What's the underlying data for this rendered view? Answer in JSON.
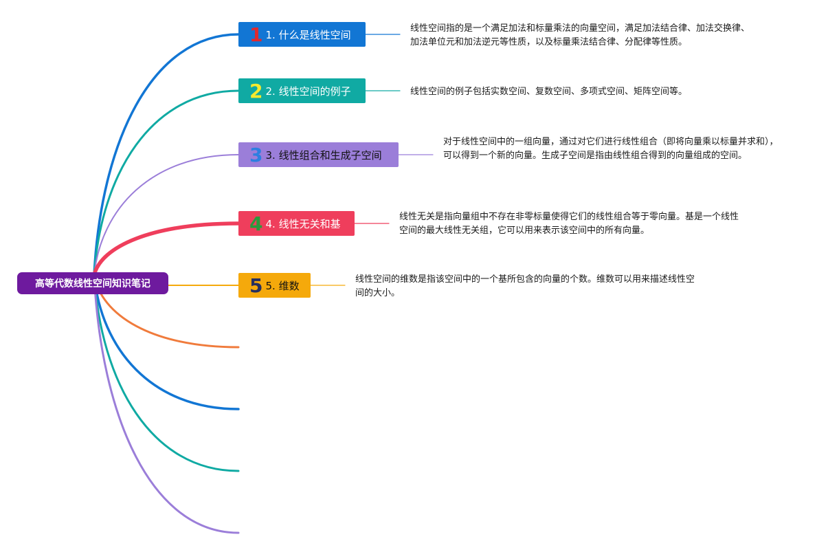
{
  "mindmap": {
    "root": {
      "label": "高等代数线性空间知识笔记",
      "color": "#6e1a9e"
    },
    "topics": [
      {
        "badge": "1",
        "label": "1. 什么是线性空间",
        "color": "#1276d4",
        "badge_color": "#e0292f",
        "text_color": "#ffffff",
        "note": "线性空间指的是一个满足加法和标量乘法的向量空间，满足加法结合律、加法交换律、加法单位元和加法逆元等性质，以及标量乘法结合律、分配律等性质。"
      },
      {
        "badge": "2",
        "label": "2. 线性空间的例子",
        "color": "#10aaa3",
        "badge_color": "#f6ea2e",
        "text_color": "#ffffff",
        "note": "线性空间的例子包括实数空间、复数空间、多项式空间、矩阵空间等。"
      },
      {
        "badge": "3",
        "label": "3. 线性组合和生成子空间",
        "color": "#9b7ed9",
        "badge_color": "#2d7fe0",
        "text_color": "#111111",
        "note": "对于线性空间中的一组向量，通过对它们进行线性组合（即将向量乘以标量并求和），可以得到一个新的向量。生成子空间是指由线性组合得到的向量组成的空间。"
      },
      {
        "badge": "4",
        "label": "4. 线性无关和基",
        "color": "#ef3e5c",
        "badge_color": "#2a9a3c",
        "text_color": "#ffffff",
        "note": "线性无关是指向量组中不存在非零标量使得它们的线性组合等于零向量。基是一个线性空间的最大线性无关组，它可以用来表示该空间中的所有向量。"
      },
      {
        "badge": "5",
        "label": "5. 维数",
        "color": "#f5a90b",
        "badge_color": "#262f5e",
        "text_color": "#111111",
        "note": "线性空间的维数是指该空间中的一个基所包含的向量的个数。维数可以用来描述线性空间的大小。"
      }
    ],
    "empty_branch_colors": [
      "#f07b3c",
      "#1276d4",
      "#10aaa3",
      "#9b7ed9"
    ]
  }
}
